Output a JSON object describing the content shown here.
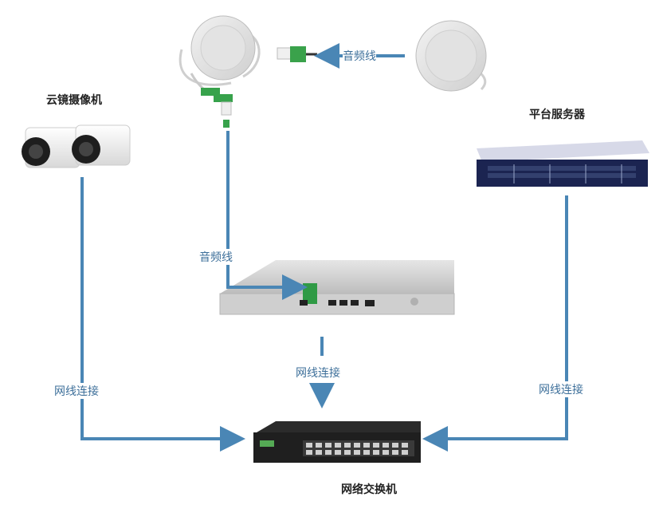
{
  "devices": {
    "camera": {
      "label": "云镜摄像机",
      "icon": "camera-icon"
    },
    "server": {
      "label": "平台服务器",
      "icon": "server-icon"
    },
    "switch": {
      "label": "网络交换机",
      "icon": "network-switch-icon"
    },
    "host": {
      "icon": "host-box-icon"
    },
    "speaker_left": {
      "icon": "ceiling-speaker-icon"
    },
    "speaker_right": {
      "icon": "ceiling-speaker-icon"
    }
  },
  "connections": {
    "audio_top": "音频线",
    "audio_left": "音频线",
    "net_camera": "网线连接",
    "net_host": "网线连接",
    "net_server": "网线连接"
  },
  "colors": {
    "arrow": "#4a86b5",
    "label": "#3d6f9a"
  }
}
